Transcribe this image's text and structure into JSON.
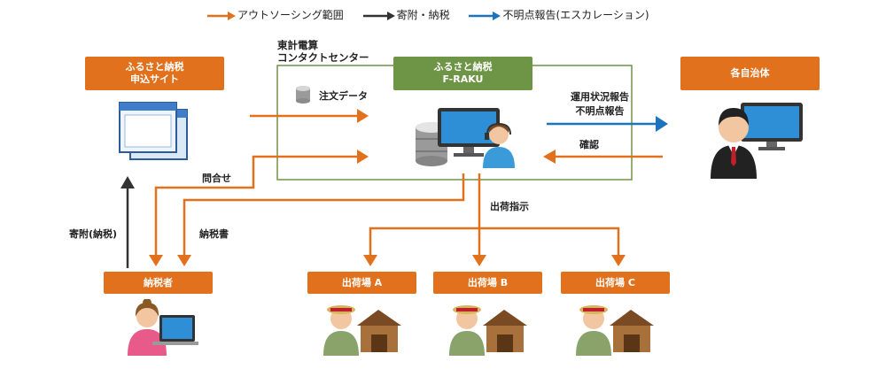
{
  "legend": {
    "outsourcing": "アウトソーシング範囲",
    "donation": "寄附・納税",
    "escalation": "不明点報告(エスカレーション)"
  },
  "colors": {
    "orange": "#e2711d",
    "dark": "#333333",
    "blue": "#1e73be",
    "green": "#6e9445"
  },
  "nodes": {
    "application_site": "ふるさと納税\n申込サイト",
    "contact_center": "東計電算\nコンタクトセンター",
    "f_raku": "ふるさと納税\nF-RAKU",
    "municipalities": "各自治体",
    "taxpayer": "納税者",
    "warehouse_a": "出荷場 A",
    "warehouse_b": "出荷場 B",
    "warehouse_c": "出荷場 C"
  },
  "labels": {
    "order_data": "注文データ",
    "usage_report": "運用状況報告\n不明点報告",
    "confirm": "確認",
    "inquiry": "問合せ",
    "tax_certificate": "納税書",
    "donation_tax": "寄附(納税)",
    "shipping_instruction": "出荷指示"
  },
  "icons": [
    "browser-window-icon",
    "database-icon",
    "monitor-icon",
    "operator-icon",
    "official-person-icon",
    "woman-laptop-icon",
    "farmer-icon",
    "barn-icon"
  ]
}
